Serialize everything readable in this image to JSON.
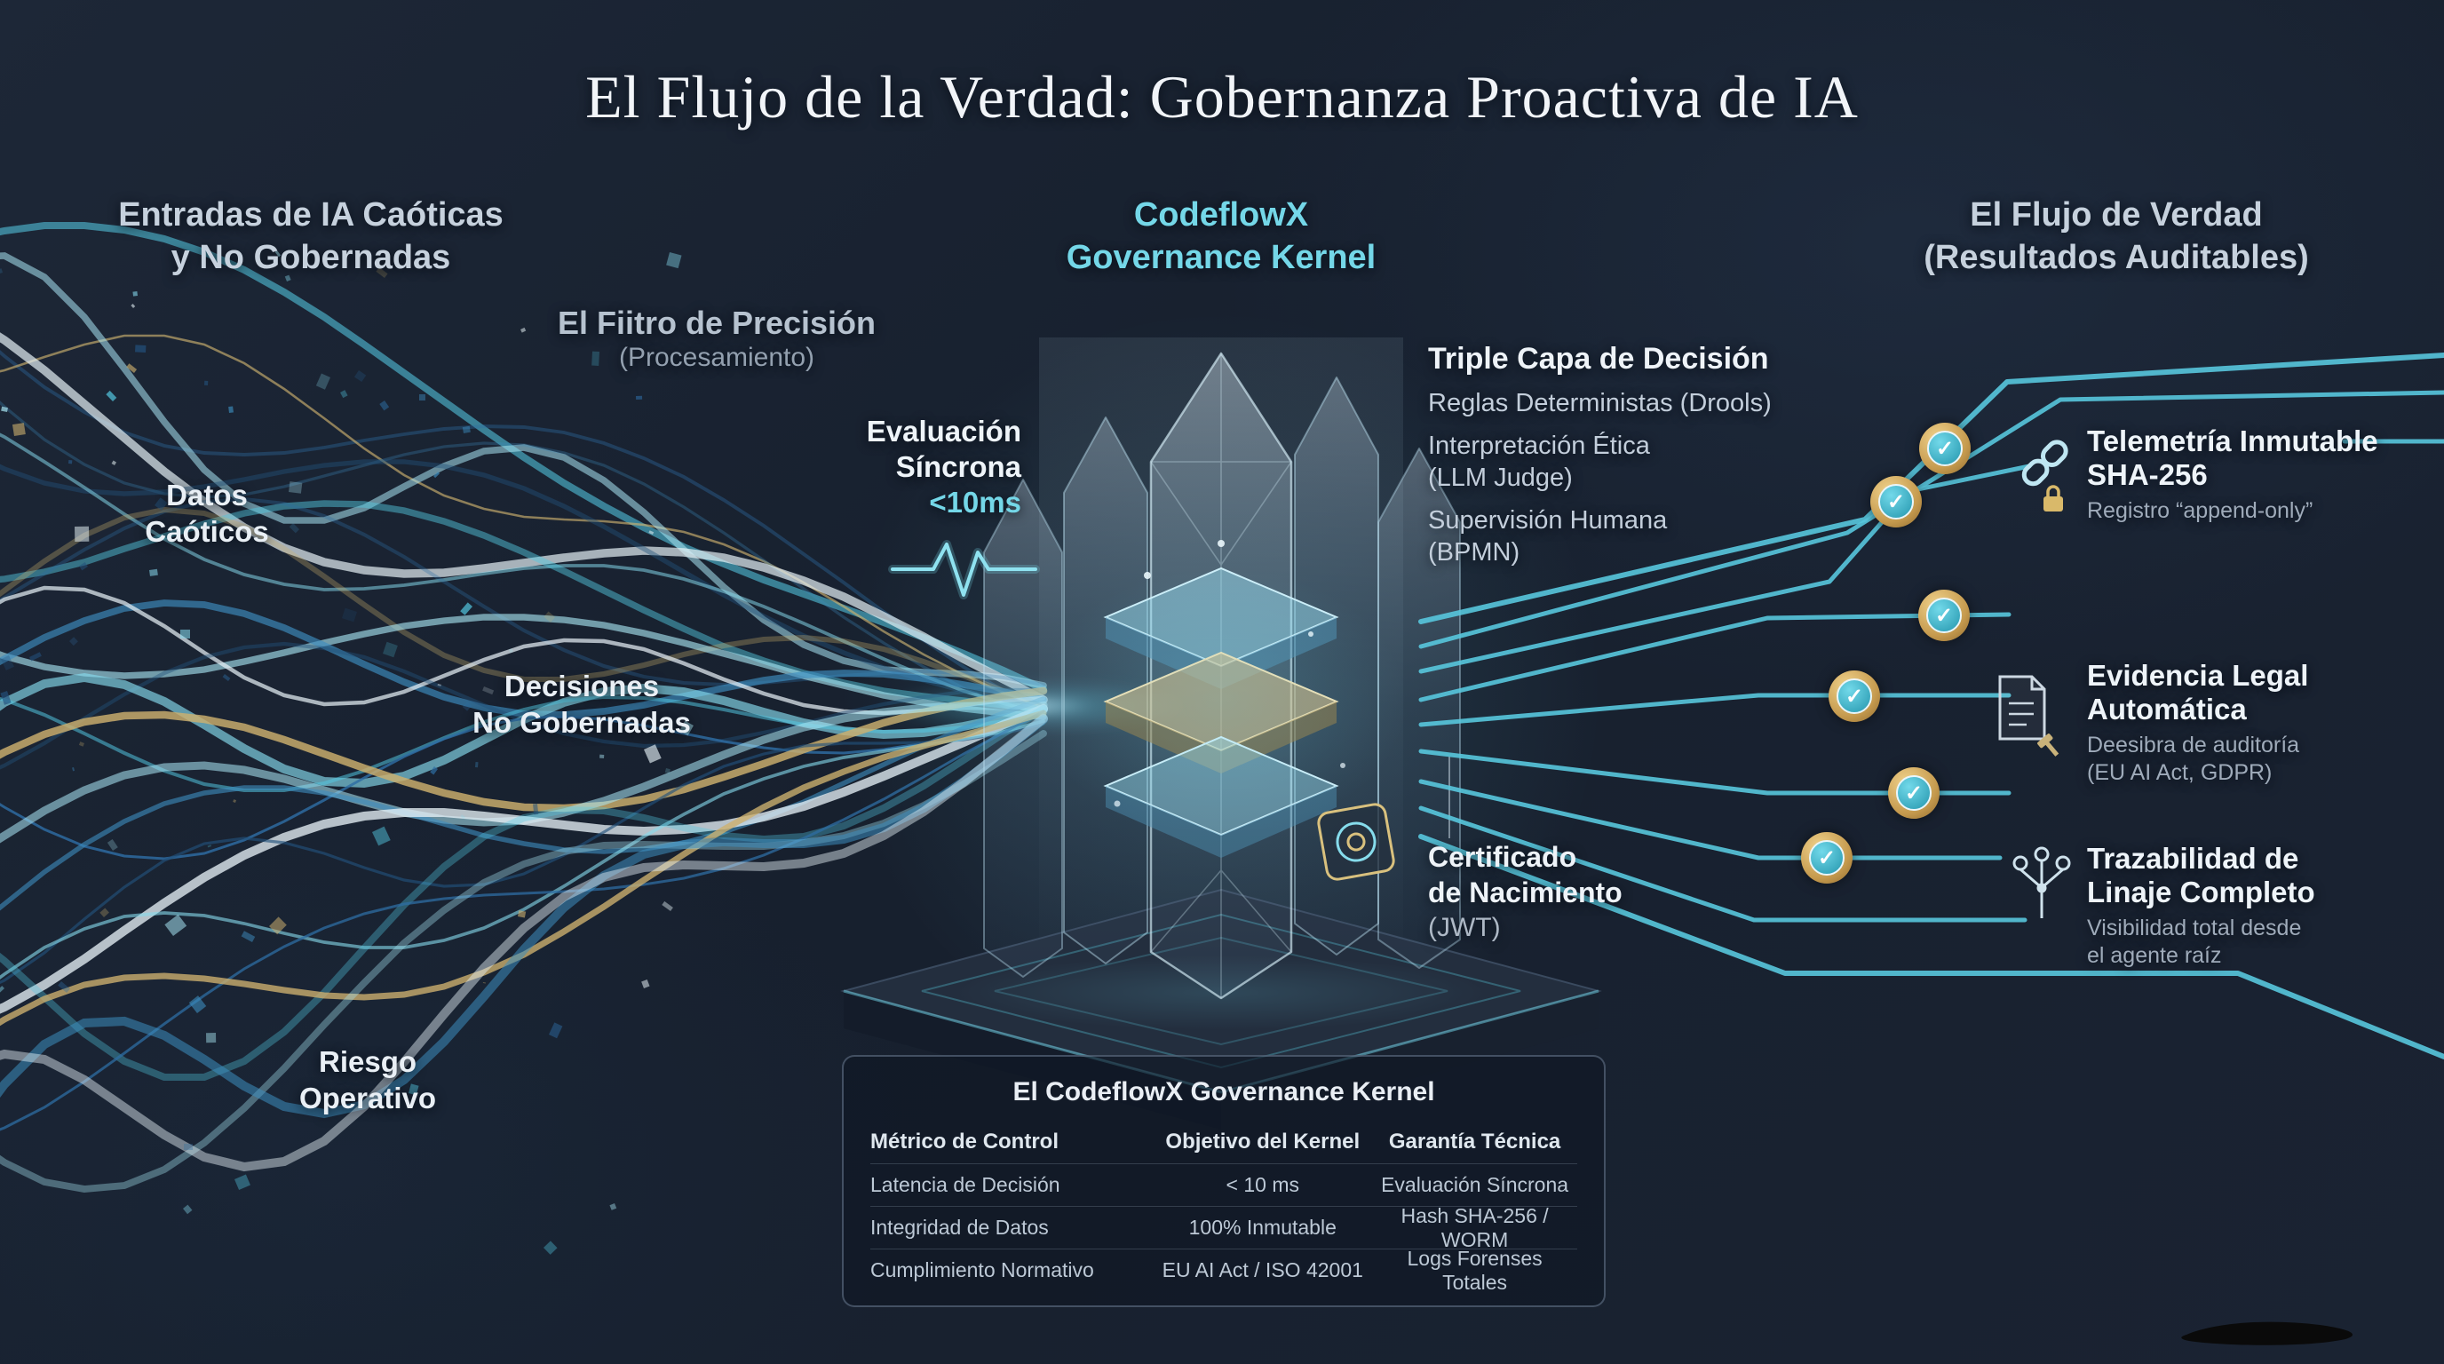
{
  "title": "El Flujo de la Verdad: Gobernanza Proactiva de IA",
  "colors": {
    "accent": "#74d7e8",
    "gold": "#d4b46a",
    "background": "#1a2332"
  },
  "icons": {
    "check": "✓"
  },
  "headers": {
    "inputs": {
      "line1": "Entradas de IA Caóticas",
      "line2": "y No Gobernadas"
    },
    "kernel": {
      "line1": "CodeflowX",
      "line2": "Governance Kernel"
    },
    "outputs": {
      "line1": "El Flujo de Verdad",
      "line2": "(Resultados Auditables)"
    }
  },
  "filter": {
    "title": "El Fiitro de Precisión",
    "subtitle": "(Procesamiento)"
  },
  "evaluation": {
    "line1": "Evaluación",
    "line2": "Síncrona",
    "value": "<10ms"
  },
  "chaos": {
    "datos": {
      "line1": "Datos",
      "line2": "Caóticos"
    },
    "decisiones": {
      "line1": "Decisiones",
      "line2": "No Gobernadas"
    },
    "riesgo": {
      "line1": "Riesgo",
      "line2": "Operativo"
    }
  },
  "decision": {
    "title": "Triple Capa de Decisión",
    "item1": "Reglas Deterministas (Drools)",
    "item2_line1": "Interpretación Ética",
    "item2_line2": "(LLM Judge)",
    "item3_line1": "Supervisión Humana",
    "item3_line2": "(BPMN)"
  },
  "certificate": {
    "line1": "Certificado",
    "line2": "de Nacimiento",
    "line3": "(JWT)"
  },
  "outputs": [
    {
      "title1": "Telemetría Inmutable",
      "title2": "SHA-256",
      "desc1": "Registro “append-only”"
    },
    {
      "title1": "Evidencia Legal",
      "title2": "Automática",
      "desc1": "Deesibra de auditoría",
      "desc2": "(EU AI Act, GDPR)"
    },
    {
      "title1": "Trazabilidad de",
      "title2": "Linaje Completo",
      "desc1": "Visibilidad total desde",
      "desc2": "el agente raíz"
    }
  ],
  "table": {
    "title": "El CodeflowX Governance Kernel",
    "headers": [
      "Métrico de Control",
      "Objetivo del Kernel",
      "Garantía Técnica"
    ],
    "rows": [
      [
        "Latencia de Decisión",
        "< 10 ms",
        "Evaluación Síncrona"
      ],
      [
        "Integridad de Datos",
        "100% Inmutable",
        "Hash SHA-256 / WORM"
      ],
      [
        "Cumplimiento Normativo",
        "EU AI Act / ISO 42001",
        "Logs Forenses Totales"
      ]
    ]
  }
}
